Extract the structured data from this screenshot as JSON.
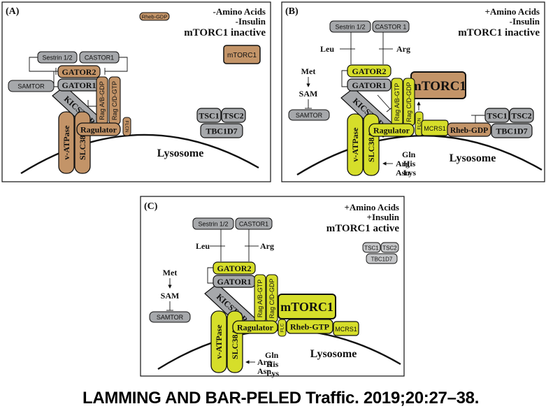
{
  "colors": {
    "inactive": "#c39468",
    "active": "#d6de2a",
    "neutral": "#a6a8ab",
    "neutral_light": "#c4c5c7",
    "outline": "#1a1a1a"
  },
  "panel_a": {
    "label": "(A)",
    "cond1": "-Amino Acids",
    "cond2": "-Insulin",
    "state": "mTORC1 inactive",
    "rheb": "Rheb-GDP",
    "mtorc1": "mTORC1",
    "sestrin": "Sestrin 1/2",
    "castor": "CASTOR1",
    "gator2": "GATOR2",
    "gator1": "GATOR1",
    "samtor": "SAMTOR",
    "kicstor": "KICSTOR",
    "rag_ab": "Rag A/B-GDP",
    "rag_cd": "Rag C/D-GTP",
    "flcn": "FLCN",
    "ragulator": "Ragulator",
    "vatpase": "v-ATPase",
    "slc": "SLC38A9",
    "tsc1": "TSC1",
    "tsc2": "TSC2",
    "tbc": "TBC1D7",
    "lysosome": "Lysosome"
  },
  "panel_b": {
    "label": "(B)",
    "cond1": "+Amino Acids",
    "cond2": "-Insulin",
    "state": "mTORC1 inactive",
    "sestrin": "Sestrin 1/2",
    "castor": "CASTOR 1",
    "leu": "Leu",
    "arg": "Arg",
    "met": "Met",
    "sam": "SAM",
    "samtor": "SAMTOR",
    "gator2": "GATOR2",
    "gator1": "GATOR1",
    "kicstor": "KICSTOR",
    "rag_ab": "Rag A/B-GTP",
    "rag_cd": "Rag C/D-GDP",
    "flcn": "FLCN",
    "mcrs1": "MCRS1",
    "mtorc1": "mTORC1",
    "rheb": "Rheb-GDP",
    "ragulator": "Ragulator",
    "vatpase": "v-ATPase",
    "slc": "SLC38A9",
    "tsc1": "TSC1",
    "tsc2": "TSC2",
    "tbc": "TBC1D7",
    "aa_arg": "Arg",
    "aa_asn": "Asn",
    "aa_gln": "Gln",
    "aa_his": "His",
    "aa_lys": "Lys",
    "lysosome": "Lysosome"
  },
  "panel_c": {
    "label": "(C)",
    "cond1": "+Amino Acids",
    "cond2": "+Insulin",
    "state": "mTORC1 active",
    "sestrin": "Sestrin 1/2",
    "castor": "CASTOR1",
    "leu": "Leu",
    "arg": "Arg",
    "met": "Met",
    "sam": "SAM",
    "samtor": "SAMTOR",
    "gator2": "GATOR2",
    "gator1": "GATOR1",
    "kicstor": "KICSTOR",
    "rag_ab": "Rag A/B-GTP",
    "rag_cd": "Rag C/D-GDP",
    "flc": "FLC",
    "mtorc1": "mTORC1",
    "rheb": "Rheb-GTP",
    "mcrs1": "MCRS1",
    "ragulator": "Ragulator",
    "vatpase": "v-ATPase",
    "slc": "SLC38A9",
    "tsc1": "TSC1",
    "tsc2": "TSC2",
    "tbc": "TBC1D7",
    "aa_arg": "Arg",
    "aa_asn": "Asn",
    "aa_gln": "Gln",
    "aa_his": "His",
    "aa_lys": "Lys",
    "lysosome": "Lysosome"
  },
  "citation": "LAMMING AND BAR-PELED Traffic. 2019;20:27–38."
}
